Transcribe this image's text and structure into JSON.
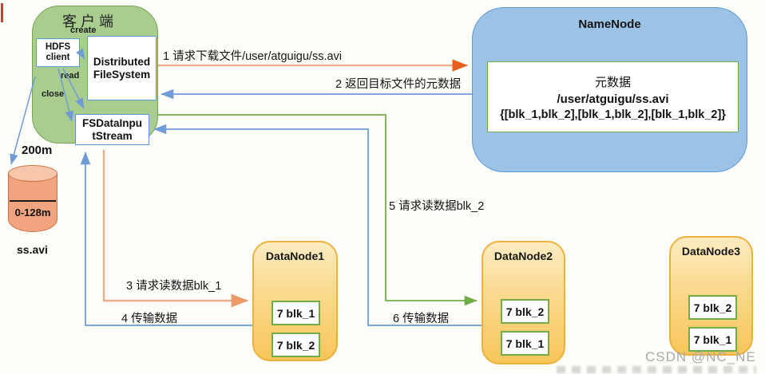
{
  "client": {
    "title": "客户端",
    "create_label": "create",
    "read_label": "read",
    "close_label": "close",
    "hdfs_client_lines": [
      "HDFS",
      "client"
    ],
    "distributed_fs_lines": [
      "Distributed",
      "FileSystem"
    ],
    "fs_data_input_stream_lines": [
      "FSDataInpu",
      "tStream"
    ]
  },
  "file": {
    "total_size": "200m",
    "block_range": "0-128m",
    "file_name": "ss.avi"
  },
  "namenode": {
    "title": "NameNode",
    "metadata": {
      "title": "元数据",
      "path": "/user/atguigu/ss.avi",
      "block_map": "{[blk_1,blk_2],[blk_1,blk_2],[blk_1,blk_2]}"
    }
  },
  "steps": {
    "s1": "1 请求下载文件/user/atguigu/ss.avi",
    "s2": "2 返回目标文件的元数据",
    "s3": "3 请求读数据blk_1",
    "s4": "4 传输数据",
    "s5": "5 请求读数据blk_2",
    "s6": "6 传输数据"
  },
  "datanodes": [
    {
      "title": "DataNode1",
      "blocks": [
        "7 blk_1",
        "7 blk_2"
      ]
    },
    {
      "title": "DataNode2",
      "blocks": [
        "7 blk_2",
        "7 blk_1"
      ]
    },
    {
      "title": "DataNode3",
      "blocks": [
        "7 blk_2",
        "7 blk_1"
      ]
    }
  ],
  "watermark": "CSDN @NC_NE",
  "colors": {
    "client_fill": "#a9cd8e",
    "client_border": "#76a253",
    "namenode_fill": "#9cc2e5",
    "namenode_border": "#5b9bd5",
    "datanode_fill_top": "#fdecc1",
    "datanode_fill_bottom": "#f8c65b",
    "datanode_border": "#edb13c",
    "block_border_green": "#70ad47",
    "arrow_blue": "#6f9cd6",
    "arrow_green": "#71ad47",
    "arrow_orange_light": "#efae88",
    "arrow_orange_dark": "#e8611c",
    "cylinder_fill": "#f1a47e"
  }
}
